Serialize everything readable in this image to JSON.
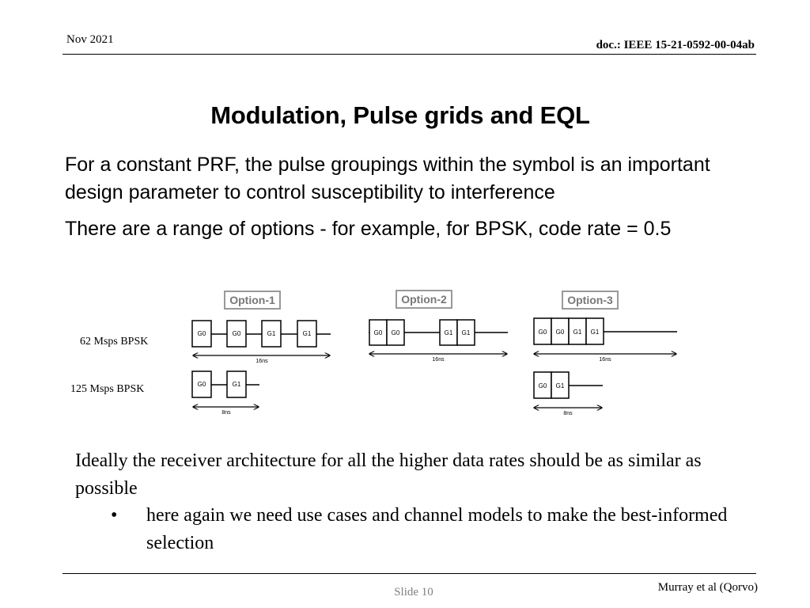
{
  "header": {
    "date": "Nov 2021",
    "doc_id": "doc.: IEEE 15-21-0592-00-04ab"
  },
  "title": "Modulation, Pulse grids and EQL",
  "paragraphs": [
    "For a constant PRF, the pulse groupings within the symbol is an important design parameter to control susceptibility to interference",
    "There are a range of options - for example, for BPSK, code rate = 0.5"
  ],
  "figure": {
    "rows": [
      {
        "label": "62 Msps BPSK"
      },
      {
        "label": "125 Msps BPSK"
      }
    ],
    "options": [
      {
        "label": "Option-1",
        "row1": {
          "boxes": [
            "G0",
            "G0",
            "G1",
            "G1"
          ],
          "span": "16ns"
        },
        "row2": {
          "boxes": [
            "G0",
            "G1"
          ],
          "span": "8ns"
        }
      },
      {
        "label": "Option-2",
        "row1": {
          "boxes": [
            "G0",
            "G0",
            "G1",
            "G1"
          ],
          "span": "16ns"
        }
      },
      {
        "label": "Option-3",
        "row1": {
          "boxes": [
            "G0",
            "G0",
            "G1",
            "G1"
          ],
          "span": "16ns"
        },
        "row2": {
          "boxes": [
            "G0",
            "G1"
          ],
          "span": "8ns"
        }
      }
    ],
    "colors": {
      "option_label_border": "#999999",
      "option_label_text": "#777777",
      "line": "#000000"
    }
  },
  "body": {
    "text": "Ideally the receiver architecture for all the higher data rates should be as similar as possible",
    "bullets": [
      "here again we need use cases and channel models to make the best-informed selection"
    ]
  },
  "footer": {
    "author": "Murray et al (Qorvo)",
    "slide": "Slide 10"
  }
}
